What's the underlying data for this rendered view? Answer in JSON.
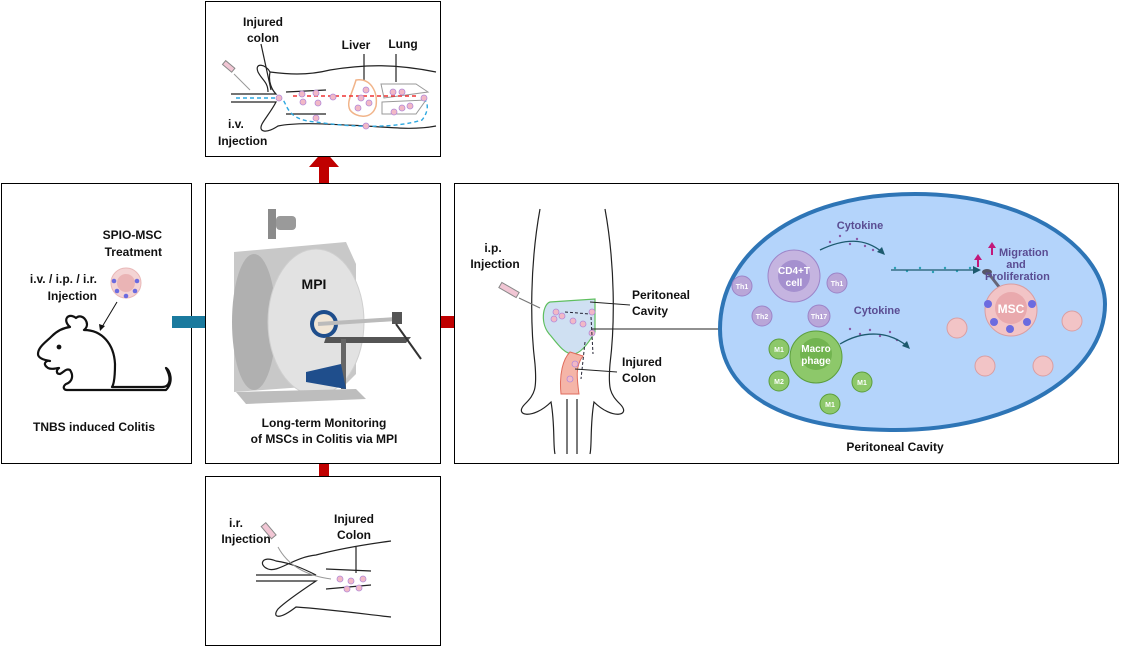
{
  "panels": {
    "treatment": {
      "title_line1": "SPIO-MSC",
      "title_line2": "Treatment",
      "route_line1": "i.v. / i.p. / i.r.",
      "route_line2": "Injection",
      "caption": "TNBS induced Colitis"
    },
    "mpi": {
      "device_label": "MPI",
      "caption_line1": "Long-term Monitoring",
      "caption_line2": "of MSCs in Colitis via MPI"
    },
    "iv": {
      "colon_line1": "Injured",
      "colon_line2": "colon",
      "liver": "Liver",
      "lung": "Lung",
      "route_line1": "i.v.",
      "route_line2": "Injection"
    },
    "ir": {
      "route_line1": "i.r.",
      "route_line2": "Injection",
      "colon_line1": "Injured",
      "colon_line2": "Colon"
    },
    "ip": {
      "route_line1": "i.p.",
      "route_line2": "Injection",
      "cavity_line1": "Peritoneal",
      "cavity_line2": "Cavity",
      "colon_line1": "Injured",
      "colon_line2": "Colon"
    },
    "cavity": {
      "caption": "Peritoneal Cavity",
      "cytokine_top": "Cytokine",
      "cytokine_bottom": "Cytokine",
      "cd4_line1": "CD4+T",
      "cd4_line2": "cell",
      "macro_line1": "Macro",
      "macro_line2": "phage",
      "msc": "MSC",
      "effect_line1": "Migration",
      "effect_line2": "and",
      "effect_line3": "Proliferation",
      "t_cells": [
        "Th1",
        "Th1",
        "Th2",
        "Th17"
      ],
      "macrophages": [
        "M1",
        "M2",
        "M1",
        "M1"
      ]
    }
  },
  "colors": {
    "arrow_red": "#c00000",
    "arrow_teal": "#1a7a9e",
    "cavity_fill": "#b4d4fb",
    "cavity_border": "#2e75b6",
    "tcell": "#b9a6d8",
    "macrophage": "#8dc86a",
    "msc": "#f2c4c6",
    "spio_dot": "#6b6be0"
  }
}
